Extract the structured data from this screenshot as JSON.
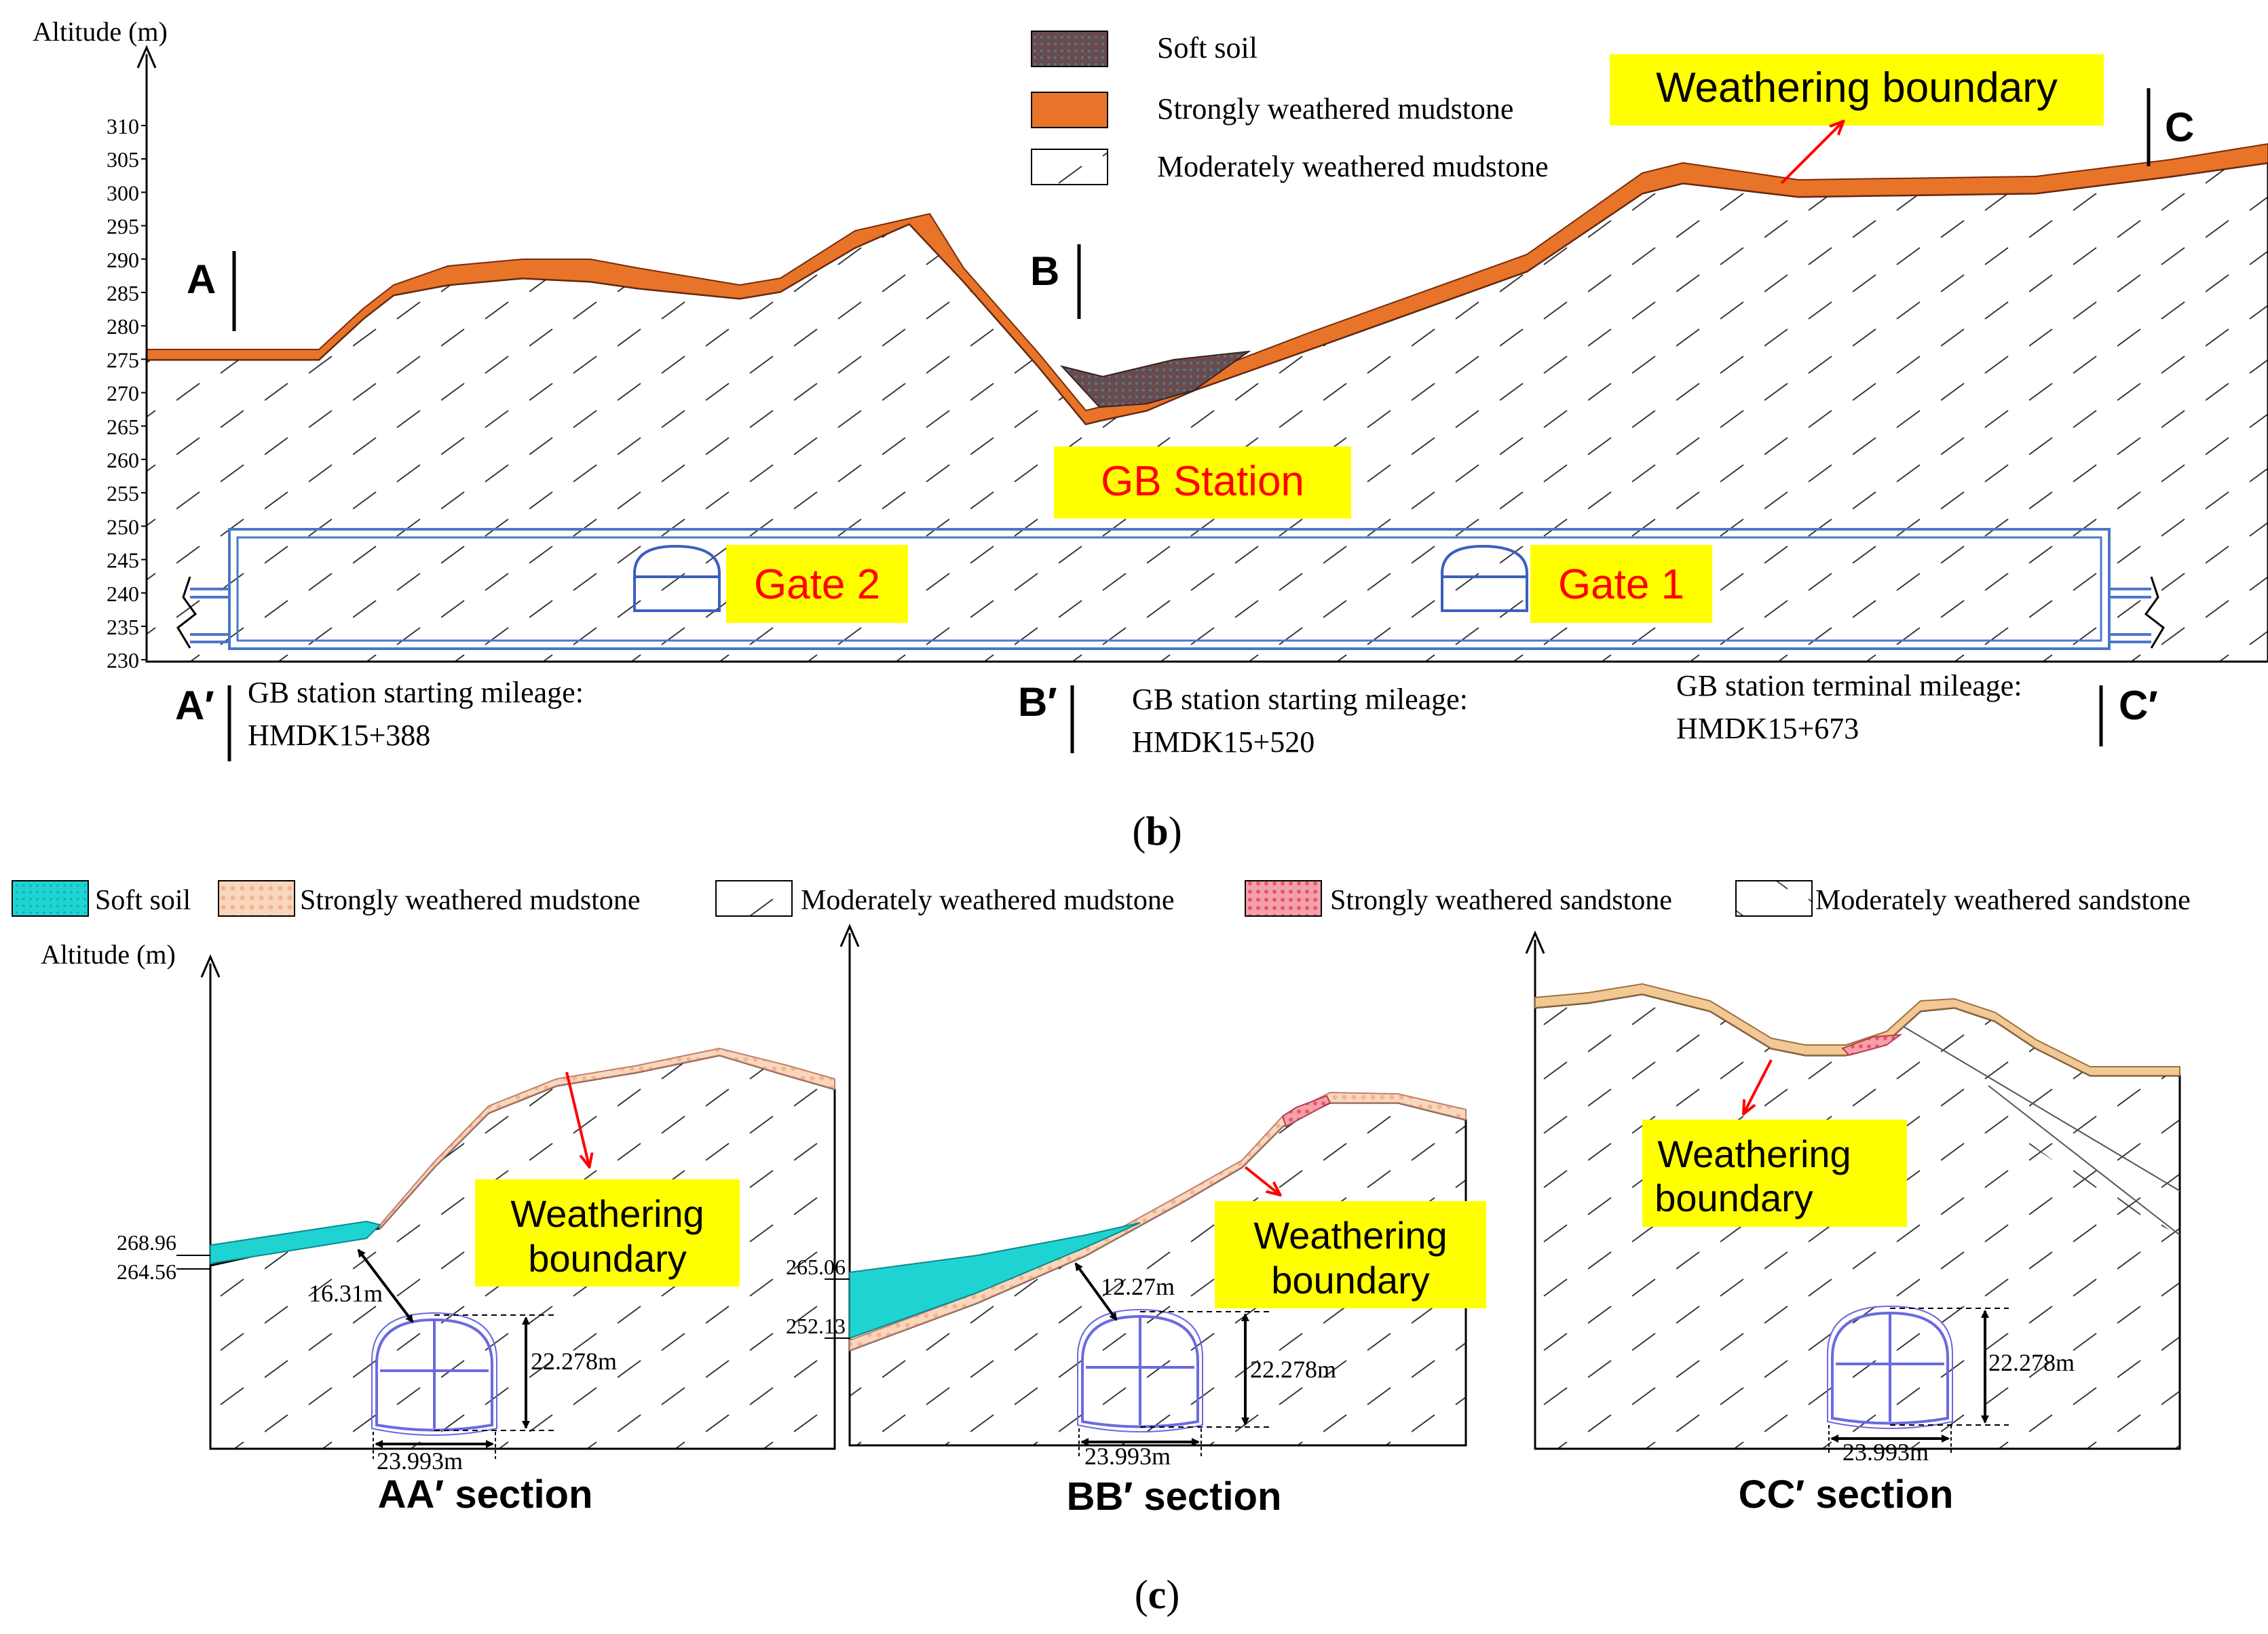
{
  "panel_b": {
    "caption_letter": "b",
    "axis_label": "Altitude (m)",
    "ticks": [
      "310",
      "305",
      "300",
      "295",
      "290",
      "285",
      "280",
      "275",
      "270",
      "265",
      "260",
      "255",
      "250",
      "245",
      "240",
      "235",
      "230"
    ],
    "legend": [
      {
        "label": "Soft soil",
        "swatch": "soft-soil-dark"
      },
      {
        "label": "Strongly weathered mudstone",
        "swatch": "strong-mudstone-orange"
      },
      {
        "label": "Moderately weathered mudstone",
        "swatch": "moderate-mudstone-hatch"
      }
    ],
    "weathering_label": "Weathering boundary",
    "station_label": "GB Station",
    "gate2_label": "Gate 2",
    "gate1_label": "Gate 1",
    "section_marks": {
      "a": "A",
      "b": "B",
      "c": "C",
      "a_prime": "A′",
      "b_prime": "B′",
      "c_prime": "C′"
    },
    "mileages": [
      {
        "line1": "GB station starting mileage:",
        "line2": "HMDK15+388"
      },
      {
        "line1": "GB station starting mileage:",
        "line2": "HMDK15+520"
      },
      {
        "line1": "GB station terminal mileage:",
        "line2": "HMDK15+673"
      }
    ]
  },
  "panel_c": {
    "caption_letter": "c",
    "axis_label": "Altitude (m)",
    "legend": [
      {
        "label": "Soft soil",
        "swatch": "cyan"
      },
      {
        "label": "Strongly  weathered  mudstone",
        "swatch": "peach"
      },
      {
        "label": "Moderately  weathered  mudstone",
        "swatch": "hatch"
      },
      {
        "label": "Strongly  weathered  sandstone",
        "swatch": "pink"
      },
      {
        "label": "Moderately  weathered  sandstone",
        "swatch": "dense-hatch"
      }
    ],
    "sections": [
      {
        "title": "AA′  section",
        "top_alt": "268.96",
        "bottom_alt": "264.56",
        "depth": "16.31m",
        "height": "22.278m",
        "width": "23.993m",
        "weathering_line1": "Weathering",
        "weathering_line2": "boundary"
      },
      {
        "title": "BB′  section",
        "top_alt": "265.06",
        "bottom_alt": "252.13",
        "depth": "12.27m",
        "height": "22.278m",
        "width": "23.993m",
        "weathering_line1": "Weathering",
        "weathering_line2": "boundary"
      },
      {
        "title": "CC′  section",
        "height": "22.278m",
        "width": "23.993m",
        "weathering_line1": "Weathering",
        "weathering_line2": "boundary"
      }
    ]
  },
  "colors": {
    "orange_layer": "#e8742a",
    "soft_soil_dark": "#6b4a4e",
    "yellow_label": "#ffff00",
    "red_text": "#ff0000",
    "blue_station": "#4a78c8",
    "cyan_soil": "#1fd3d3",
    "peach_layer": "#f6cfa8",
    "pink_layer": "#f08a96",
    "tunnel_blue": "#6a6ae0"
  }
}
